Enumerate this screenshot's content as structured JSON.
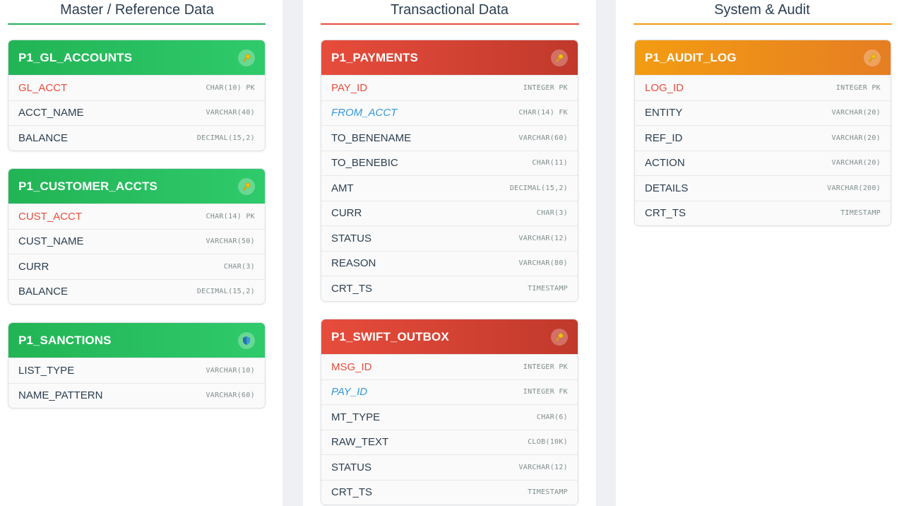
{
  "columns": [
    {
      "title": "Master / Reference Data",
      "accent": "#27ae60",
      "tables": [
        {
          "name": "P1_GL_ACCOUNTS",
          "icon": "key-icon",
          "header_color": "green",
          "fields": [
            {
              "name": "GL_ACCT",
              "type": "CHAR(10) PK",
              "role": "pk"
            },
            {
              "name": "ACCT_NAME",
              "type": "VARCHAR(40)",
              "role": ""
            },
            {
              "name": "BALANCE",
              "type": "DECIMAL(15,2)",
              "role": ""
            }
          ]
        },
        {
          "name": "P1_CUSTOMER_ACCTS",
          "icon": "key-icon",
          "header_color": "green",
          "fields": [
            {
              "name": "CUST_ACCT",
              "type": "CHAR(14) PK",
              "role": "pk"
            },
            {
              "name": "CUST_NAME",
              "type": "VARCHAR(50)",
              "role": ""
            },
            {
              "name": "CURR",
              "type": "CHAR(3)",
              "role": ""
            },
            {
              "name": "BALANCE",
              "type": "DECIMAL(15,2)",
              "role": ""
            }
          ]
        },
        {
          "name": "P1_SANCTIONS",
          "icon": "shield-icon",
          "header_color": "green",
          "fields": [
            {
              "name": "LIST_TYPE",
              "type": "VARCHAR(10)",
              "role": ""
            },
            {
              "name": "NAME_PATTERN",
              "type": "VARCHAR(60)",
              "role": ""
            }
          ]
        }
      ]
    },
    {
      "title": "Transactional Data",
      "accent": "#e74c3c",
      "tables": [
        {
          "name": "P1_PAYMENTS",
          "icon": "key-icon",
          "header_color": "red",
          "fields": [
            {
              "name": "PAY_ID",
              "type": "INTEGER PK",
              "role": "pk"
            },
            {
              "name": "FROM_ACCT",
              "type": "CHAR(14) FK",
              "role": "fk"
            },
            {
              "name": "TO_BENENAME",
              "type": "VARCHAR(60)",
              "role": ""
            },
            {
              "name": "TO_BENEBIC",
              "type": "CHAR(11)",
              "role": ""
            },
            {
              "name": "AMT",
              "type": "DECIMAL(15,2)",
              "role": ""
            },
            {
              "name": "CURR",
              "type": "CHAR(3)",
              "role": ""
            },
            {
              "name": "STATUS",
              "type": "VARCHAR(12)",
              "role": ""
            },
            {
              "name": "REASON",
              "type": "VARCHAR(80)",
              "role": ""
            },
            {
              "name": "CRT_TS",
              "type": "TIMESTAMP",
              "role": ""
            }
          ]
        },
        {
          "name": "P1_SWIFT_OUTBOX",
          "icon": "key-icon",
          "header_color": "red",
          "fields": [
            {
              "name": "MSG_ID",
              "type": "INTEGER PK",
              "role": "pk"
            },
            {
              "name": "PAY_ID",
              "type": "INTEGER FK",
              "role": "fk"
            },
            {
              "name": "MT_TYPE",
              "type": "CHAR(6)",
              "role": ""
            },
            {
              "name": "RAW_TEXT",
              "type": "CLOB(10K)",
              "role": ""
            },
            {
              "name": "STATUS",
              "type": "VARCHAR(12)",
              "role": ""
            },
            {
              "name": "CRT_TS",
              "type": "TIMESTAMP",
              "role": ""
            }
          ]
        }
      ]
    },
    {
      "title": "System & Audit",
      "accent": "#f39c12",
      "tables": [
        {
          "name": "P1_AUDIT_LOG",
          "icon": "key-icon",
          "header_color": "orange",
          "fields": [
            {
              "name": "LOG_ID",
              "type": "INTEGER PK",
              "role": "pk"
            },
            {
              "name": "ENTITY",
              "type": "VARCHAR(20)",
              "role": ""
            },
            {
              "name": "REF_ID",
              "type": "VARCHAR(20)",
              "role": ""
            },
            {
              "name": "ACTION",
              "type": "VARCHAR(20)",
              "role": ""
            },
            {
              "name": "DETAILS",
              "type": "VARCHAR(200)",
              "role": ""
            },
            {
              "name": "CRT_TS",
              "type": "TIMESTAMP",
              "role": ""
            }
          ]
        }
      ]
    }
  ]
}
